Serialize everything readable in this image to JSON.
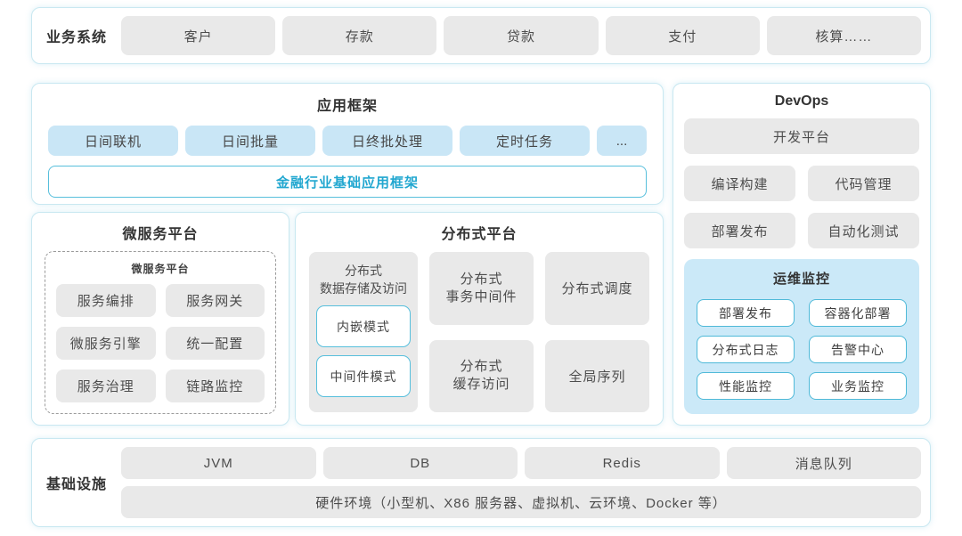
{
  "colors": {
    "section_border": "#c9e8f1",
    "gray_box": "#e9e9e9",
    "blue_box": "#c9e6f6",
    "cyan_border": "#57bfdc",
    "highlight_text": "#21a7d0",
    "ops_panel": "#cbe9f8"
  },
  "business": {
    "label": "业务系统",
    "items": [
      "客户",
      "存款",
      "贷款",
      "支付",
      "核算……"
    ]
  },
  "app_framework": {
    "title": "应用框架",
    "items": [
      "日间联机",
      "日间批量",
      "日终批处理",
      "定时任务"
    ],
    "dots": "...",
    "base": "金融行业基础应用框架"
  },
  "microservice": {
    "title": "微服务平台",
    "inner_title": "微服务平台",
    "items": [
      "服务编排",
      "服务网关",
      "微服务引擎",
      "统一配置",
      "服务治理",
      "链路监控"
    ]
  },
  "distributed": {
    "title": "分布式平台",
    "storage": {
      "label": "分布式\n数据存储及访问",
      "modes": [
        "内嵌模式",
        "中间件模式"
      ]
    },
    "cells": [
      "分布式\n事务中间件",
      "分布式调度",
      "分布式\n缓存访问",
      "全局序列"
    ]
  },
  "devops": {
    "title": "DevOps",
    "platform": "开发平台",
    "items": [
      "编译构建",
      "代码管理",
      "部署发布",
      "自动化测试"
    ],
    "monitoring": {
      "title": "运维监控",
      "items": [
        "部署发布",
        "容器化部署",
        "分布式日志",
        "告警中心",
        "性能监控",
        "业务监控"
      ]
    }
  },
  "infrastructure": {
    "label": "基础设施",
    "items": [
      "JVM",
      "DB",
      "Redis",
      "消息队列"
    ],
    "hardware": "硬件环境（小型机、X86 服务器、虚拟机、云环境、Docker 等）"
  }
}
